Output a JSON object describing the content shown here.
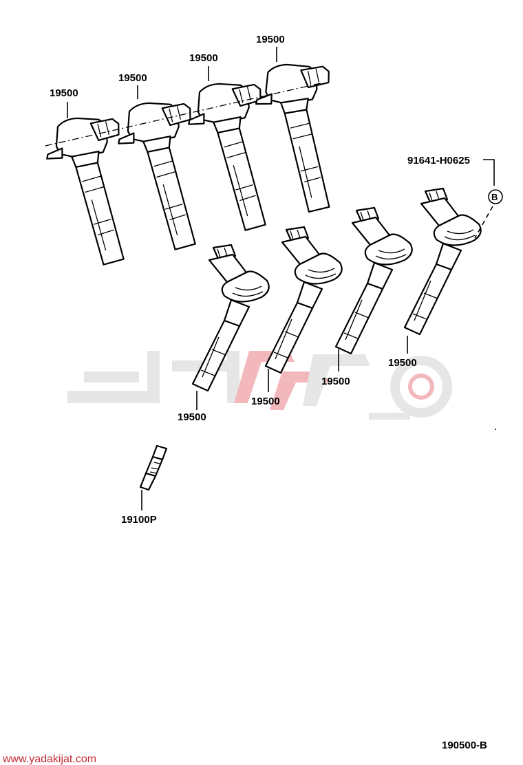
{
  "diagram": {
    "part_labels": {
      "coil_top_1": "19500",
      "coil_top_2": "19500",
      "coil_top_3": "19500",
      "coil_top_4": "19500",
      "coil_bottom_1": "19500",
      "coil_bottom_2": "19500",
      "coil_bottom_3": "19500",
      "coil_bottom_4": "19500",
      "spark_plug": "19100P",
      "bolt": "91641-H0625",
      "ref_marker": "B"
    },
    "figure_code": "190500-B",
    "watermark_url": "www.yadakijat.com",
    "colors": {
      "line": "#000000",
      "watermark_grey": "#e6e6e6",
      "watermark_red": "#f2b8bb",
      "url_red": "#c42a33"
    }
  }
}
